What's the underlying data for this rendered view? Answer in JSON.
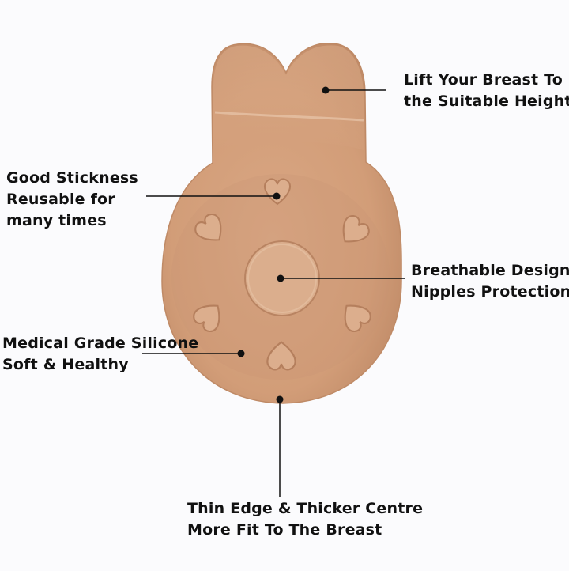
{
  "colors": {
    "background": "#fbfbfd",
    "silicone": "#d6a37f",
    "silicone_shadow": "#b98462",
    "silicone_highlight": "#e4bc9c",
    "pointer": "#111111",
    "text": "#111111"
  },
  "product": {
    "name_icon": "silicone-lift-breast-pad",
    "heart_motif_count": 6,
    "center_circle": true
  },
  "callouts": {
    "lift": {
      "line1": "Lift Your Breast To",
      "line2": "the Suitable Height"
    },
    "stickness": {
      "line1": "Good Stickness",
      "line2": "Reusable for",
      "line3": "many times"
    },
    "breathable": {
      "line1": "Breathable Design",
      "line2": "Nipples Protection"
    },
    "silicone": {
      "line1": "Medical Grade Silicone",
      "line2": "Soft & Healthy"
    },
    "edge": {
      "line1": "Thin Edge & Thicker Centre",
      "line2": "More Fit To The Breast"
    }
  }
}
